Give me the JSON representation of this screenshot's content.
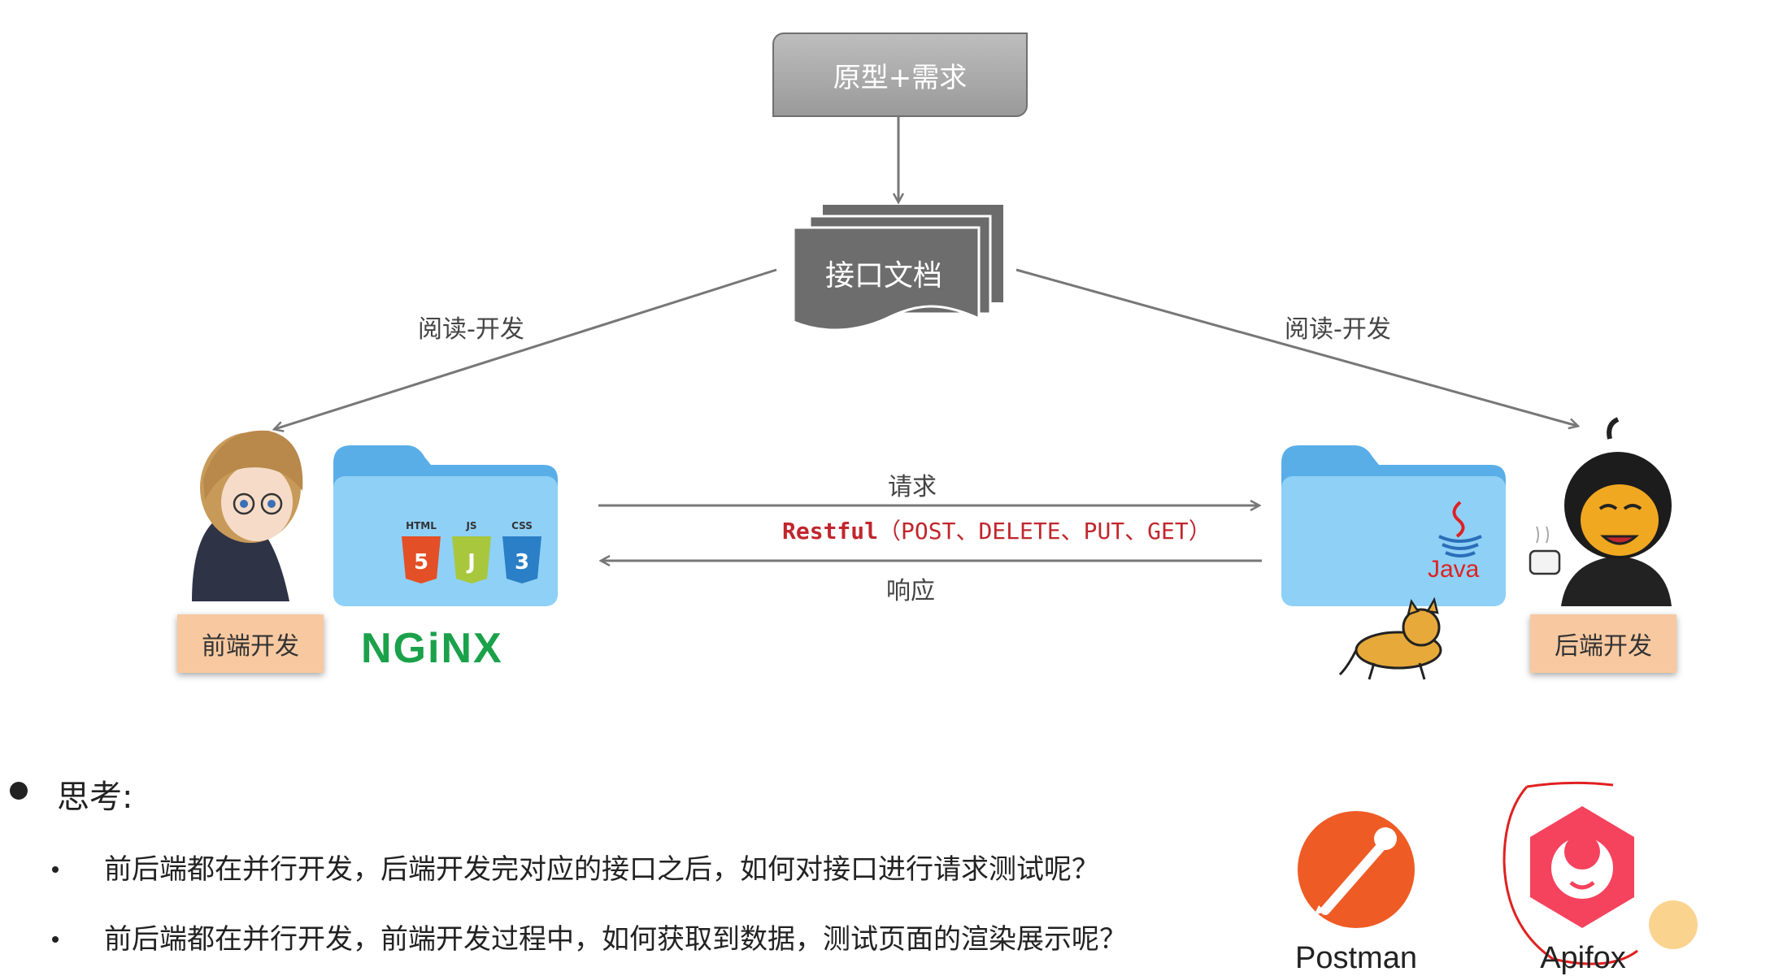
{
  "diagram": {
    "prototype_box": "原型+需求",
    "api_doc": "接口文档",
    "read_dev_left": "阅读-开发",
    "read_dev_right": "阅读-开发",
    "request": "请求",
    "response": "响应",
    "restful_keyword": "Restful",
    "restful_methods": "（POST、DELETE、PUT、GET）",
    "frontend": {
      "role": "前端开发",
      "folder_badges": [
        "HTML",
        "JS",
        "CSS"
      ],
      "server": "NGiNX"
    },
    "backend": {
      "role": "后端开发",
      "folder_badge": "Java"
    }
  },
  "think": {
    "heading": "思考:",
    "questions": [
      "前后端都在并行开发，后端开发完对应的接口之后，如何对接口进行请求测试呢？",
      "前后端都在并行开发，前端开发过程中，如何获取到数据，测试页面的渲染展示呢？"
    ]
  },
  "tools": [
    {
      "name": "Postman",
      "color": "#ef5b25"
    },
    {
      "name": "Apifox",
      "color": "#f5425d"
    }
  ]
}
